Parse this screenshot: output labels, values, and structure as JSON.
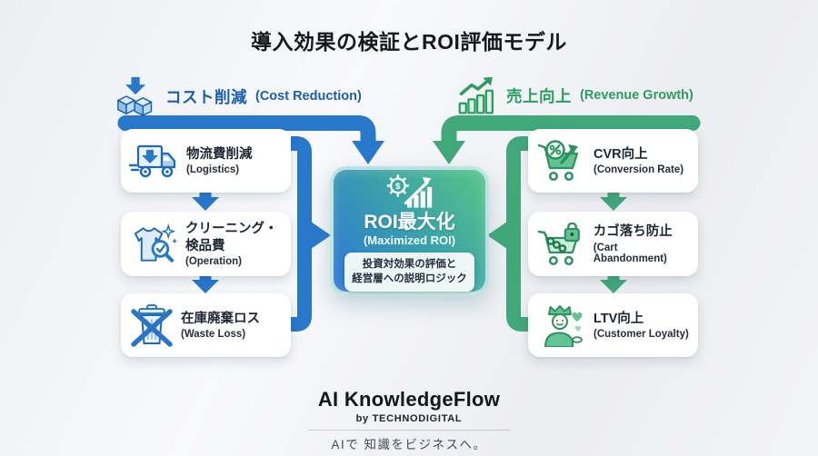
{
  "title": "導入効果の検証とROI評価モデル",
  "colors": {
    "blue": "#2878cc",
    "blue_dark": "#1c5fa8",
    "green": "#41a87a",
    "green_dark": "#2d9c63"
  },
  "left_branch": {
    "icon": "boxes-down-icon",
    "label_jp": "コスト削減",
    "label_en": "(Cost Reduction)",
    "items": [
      {
        "icon": "truck-down-icon",
        "label_jp": "物流費削減",
        "label_en": "(Logistics)"
      },
      {
        "icon": "shirt-inspection-icon",
        "label_jp": "クリーニング・検品費",
        "label_en": "(Operation)"
      },
      {
        "icon": "no-waste-trash-icon",
        "label_jp": "在庫廃棄ロス",
        "label_en": "(Waste Loss)"
      }
    ]
  },
  "right_branch": {
    "icon": "growth-chart-icon",
    "label_jp": "売上向上",
    "label_en": "(Revenue Growth)",
    "items": [
      {
        "icon": "cart-percent-up-icon",
        "label_jp": "CVR向上",
        "label_en": "(Conversion Rate)"
      },
      {
        "icon": "cart-lock-icon",
        "label_jp": "カゴ落ち防止",
        "label_en": "(Cart Abandonment)"
      },
      {
        "icon": "crowned-customer-icon",
        "label_jp": "LTV向上",
        "label_en": "(Customer Loyalty)"
      }
    ]
  },
  "center": {
    "icon": "gear-dollar-growth-icon",
    "title": "ROI最大化",
    "subtitle": "(Maximized ROI)",
    "note_line1": "投資対効果の評価と",
    "note_line2": "経営層への説明ロジック"
  },
  "footer": {
    "brand": "AI KnowledgeFlow",
    "byline": "by TECHNODIGITAL",
    "tagline": "AIで 知識をビジネスへ。"
  }
}
